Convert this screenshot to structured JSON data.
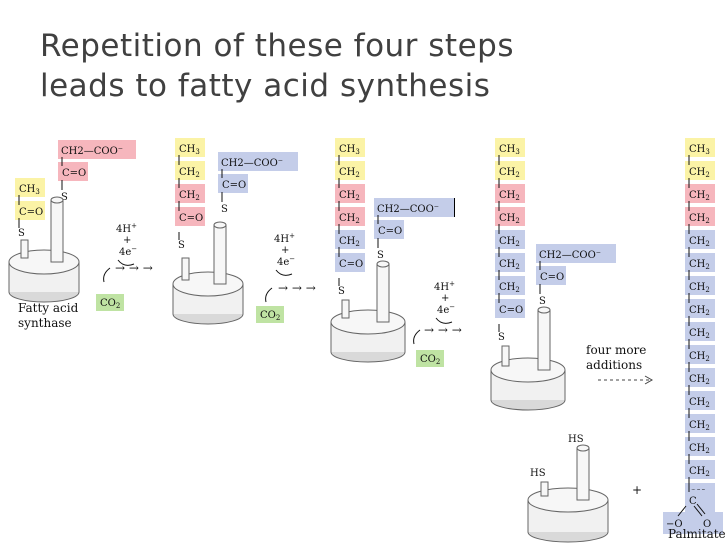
{
  "slide": {
    "title_line_1": "Repetition of these four steps",
    "title_line_2": "leads to fatty acid synthesis"
  },
  "labels": {
    "enzyme_line1": "Fatty acid",
    "enzyme_line2": "synthase",
    "reductants_4h": "4H",
    "reductants_plus": "+",
    "reductants_4e": "4e",
    "superscript_plus": "+",
    "superscript_minus": "−",
    "co2": "CO2",
    "four_more_line1": "four more",
    "four_more_line2": "additions",
    "plus_sign": "+",
    "product": "Palmitate",
    "sulfur": "S",
    "thiol": "HS",
    "oxygen_anion": "−O",
    "oxygen": "O",
    "arrows": "→ → →"
  },
  "groups": {
    "ch3": "CH3",
    "ch2": "CH2",
    "c_eq_o": "C=O",
    "malonyl": "CH2—COO⁻"
  },
  "colors": {
    "yellow": "#fbf3a6",
    "red": "#f6b6bd",
    "blue": "#c4cde9",
    "green": "#bfe3a3",
    "enzyme": "#f1f1f1",
    "ink": "#111111",
    "title": "#404040"
  }
}
